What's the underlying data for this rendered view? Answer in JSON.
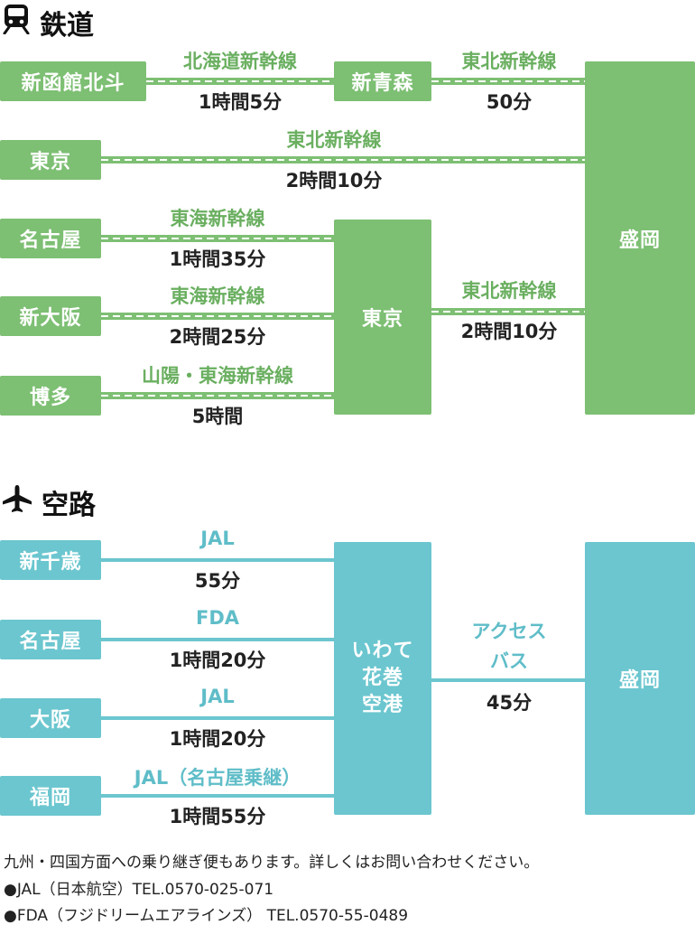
{
  "rail": {
    "title": "鉄道",
    "icon": "train-icon",
    "stations": {
      "shin_hakodate": "新函館北斗",
      "shin_aomori": "新青森",
      "tokyo_left": "東京",
      "nagoya": "名古屋",
      "shin_osaka": "新大阪",
      "hakata": "博多",
      "tokyo_hub": "東京",
      "morioka": "盛岡"
    },
    "routes": {
      "hokkaido": {
        "name": "北海道新幹線",
        "time": "1時間5分"
      },
      "tohoku_aomori": {
        "name": "東北新幹線",
        "time": "50分"
      },
      "tohoku_tokyo": {
        "name": "東北新幹線",
        "time": "2時間10分"
      },
      "tokai_nagoya": {
        "name": "東海新幹線",
        "time": "1時間35分"
      },
      "tokai_osaka": {
        "name": "東海新幹線",
        "time": "2時間25分"
      },
      "sanyo": {
        "name": "山陽・東海新幹線",
        "time": "5時間"
      },
      "tohoku_hub": {
        "name": "東北新幹線",
        "time": "2時間10分"
      }
    }
  },
  "air": {
    "title": "空路",
    "icon": "airplane-icon",
    "stations": {
      "shin_chitose": "新千歳",
      "nagoya": "名古屋",
      "osaka": "大阪",
      "fukuoka": "福岡",
      "hanamaki_line1": "いわて",
      "hanamaki_line2": "花巻",
      "hanamaki_line3": "空港",
      "morioka": "盛岡"
    },
    "routes": {
      "chitose": {
        "name": "JAL",
        "time": "55分"
      },
      "nagoya": {
        "name": "FDA",
        "time": "1時間20分"
      },
      "osaka": {
        "name": "JAL",
        "time": "1時間20分"
      },
      "fukuoka": {
        "name": "JAL（名古屋乗継）",
        "time": "1時間55分"
      },
      "bus": {
        "name_line1": "アクセス",
        "name_line2": "バス",
        "time": "45分"
      }
    }
  },
  "notes": {
    "line1": "九州・四国方面への乗り継ぎ便もあります。詳しくはお問い合わせください。",
    "line2": "●JAL（日本航空）TEL.0570-025-071",
    "line3": "●FDA（フジドリームエアラインズ） TEL.0570-55-0489"
  },
  "colors": {
    "rail": "#7dbf73",
    "air": "#6bc6cf"
  }
}
